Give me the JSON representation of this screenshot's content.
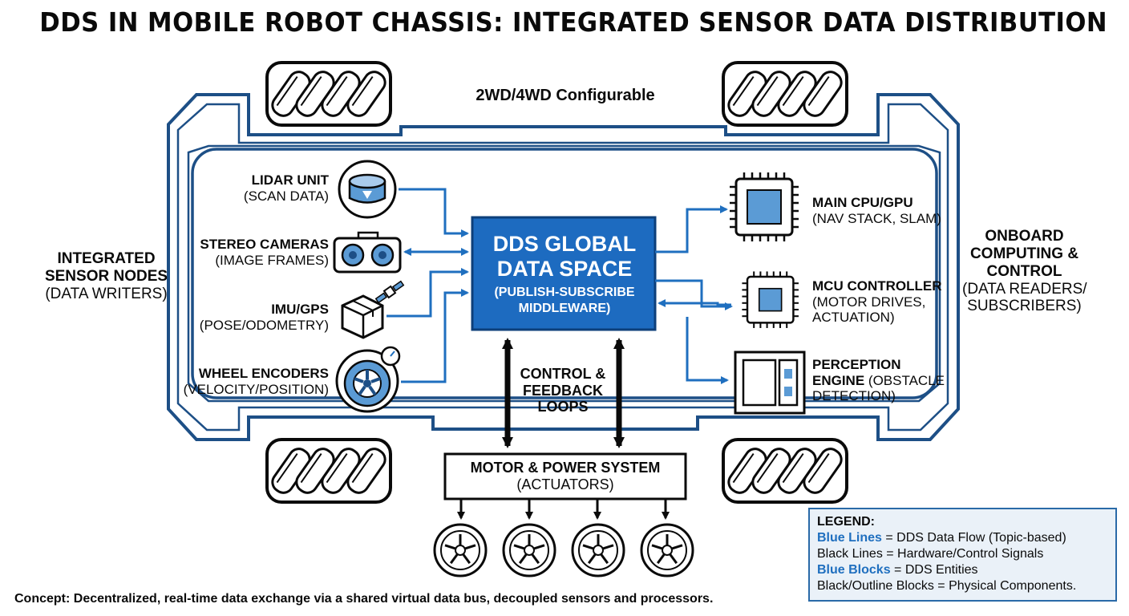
{
  "title": "DDS IN MOBILE ROBOT CHASSIS: INTEGRATED SENSOR DATA DISTRIBUTION",
  "config_label": "2WD/4WD Configurable",
  "left_group": {
    "title": "INTEGRATED SENSOR NODES",
    "subtitle": "(DATA WRITERS)"
  },
  "right_group": {
    "title": "ONBOARD COMPUTING & CONTROL",
    "title_l1": "ONBOARD",
    "title_l2": "COMPUTING &",
    "title_l3": "CONTROL",
    "sub_l1": "(DATA READERS/",
    "sub_l2": "SUBSCRIBERS)"
  },
  "sensors": [
    {
      "name": "LIDAR UNIT",
      "detail": "(SCAN DATA)",
      "icon": "lidar-icon"
    },
    {
      "name": "STEREO CAMERAS",
      "detail": "(IMAGE FRAMES)",
      "icon": "stereo-camera-icon"
    },
    {
      "name": "IMU/GPS",
      "detail": "(POSE/ODOMETRY)",
      "icon": "imu-gps-icon"
    },
    {
      "name": "WHEEL ENCODERS",
      "detail": "(VELOCITY/POSITION)",
      "icon": "wheel-encoder-icon"
    }
  ],
  "dds": {
    "line1": "DDS GLOBAL",
    "line2": "DATA SPACE",
    "line3": "(PUBLISH-SUBSCRIBE",
    "line4": "MIDDLEWARE)"
  },
  "computing": [
    {
      "name": "MAIN CPU/GPU",
      "detail": "(NAV STACK, SLAM)",
      "icon": "cpu-chip-icon"
    },
    {
      "name": "MCU CONTROLLER",
      "detail_l1": "(MOTOR DRIVES,",
      "detail_l2": "ACTUATION)",
      "icon": "mcu-chip-icon"
    },
    {
      "name_l1": "PERCEPTION",
      "name_l2": "ENGINE",
      "detail_inline": " (OBSTACLE",
      "detail_l2": "DETECTION)",
      "icon": "perception-engine-icon"
    }
  ],
  "control_loops": {
    "l1": "CONTROL &",
    "l2": "FEEDBACK",
    "l3": "LOOPS"
  },
  "motor": {
    "name": "MOTOR & POWER SYSTEM",
    "detail": "(ACTUATORS)"
  },
  "legend": {
    "heading": "LEGEND:",
    "row1_key": "Blue Lines",
    "row1_val": " = DDS Data Flow (Topic-based)",
    "row2": "Black Lines = Hardware/Control Signals",
    "row3_key": "Blue Blocks",
    "row3_val": " = DDS Entities",
    "row4": "Black/Outline Blocks = Physical Components."
  },
  "concept": "Concept: Decentralized, real-time data exchange via a shared virtual data bus, decoupled sensors and processors.",
  "colors": {
    "accent_blue": "#1f6fbf",
    "dds_block": "#1d6bc0",
    "chassis_outline": "#1d4f86",
    "ink": "#0a0a0a",
    "legend_bg": "#eaf1f8"
  }
}
